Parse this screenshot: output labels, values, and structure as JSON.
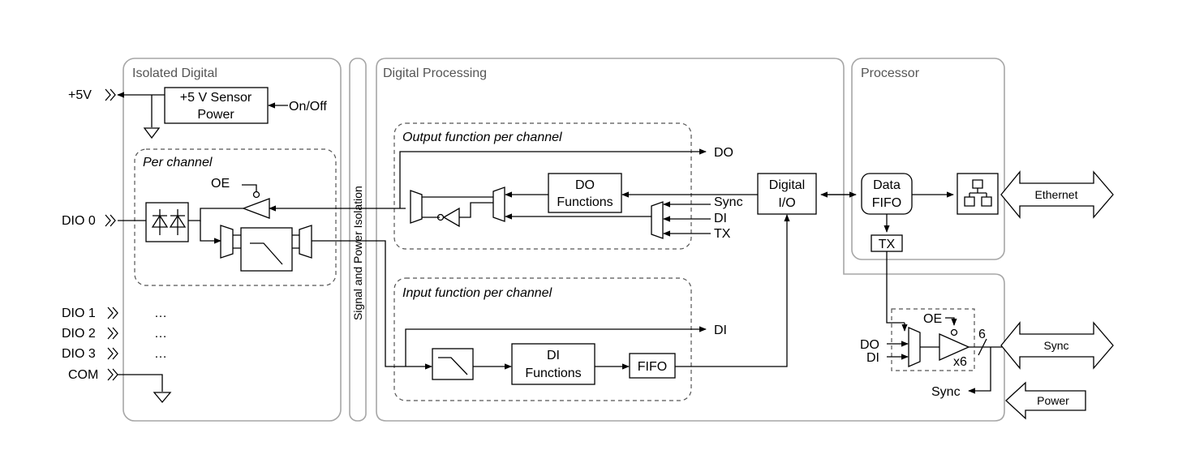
{
  "regions": {
    "isolated_digital": "Isolated Digital",
    "isolation_bar": "Signal and Power Isolation",
    "digital_processing": "Digital Processing",
    "processor": "Processor"
  },
  "groups": {
    "per_channel": "Per channel",
    "output_function": "Output function per channel",
    "input_function": "Input function per channel"
  },
  "blocks": {
    "sensor_power_line1": "+5 V Sensor",
    "sensor_power_line2": "Power",
    "do_functions_line1": "DO",
    "do_functions_line2": "Functions",
    "di_functions_line1": "DI",
    "di_functions_line2": "Functions",
    "fifo": "FIFO",
    "digital_io_line1": "Digital",
    "digital_io_line2": "I/O",
    "data_fifo_line1": "Data",
    "data_fifo_line2": "FIFO",
    "tx": "TX"
  },
  "terminals": {
    "plus5v": "+5V",
    "dio0": "DIO 0",
    "dio1": "DIO 1",
    "dio2": "DIO 2",
    "dio3": "DIO 3",
    "com": "COM",
    "ellipsis": "…"
  },
  "signals": {
    "on_off": "On/Off",
    "oe": "OE",
    "do": "DO",
    "di": "DI",
    "sync": "Sync",
    "tx": "TX",
    "x6": "x6",
    "bus_width": "6"
  },
  "ports": {
    "ethernet": "Ethernet",
    "sync": "Sync",
    "power": "Power"
  }
}
